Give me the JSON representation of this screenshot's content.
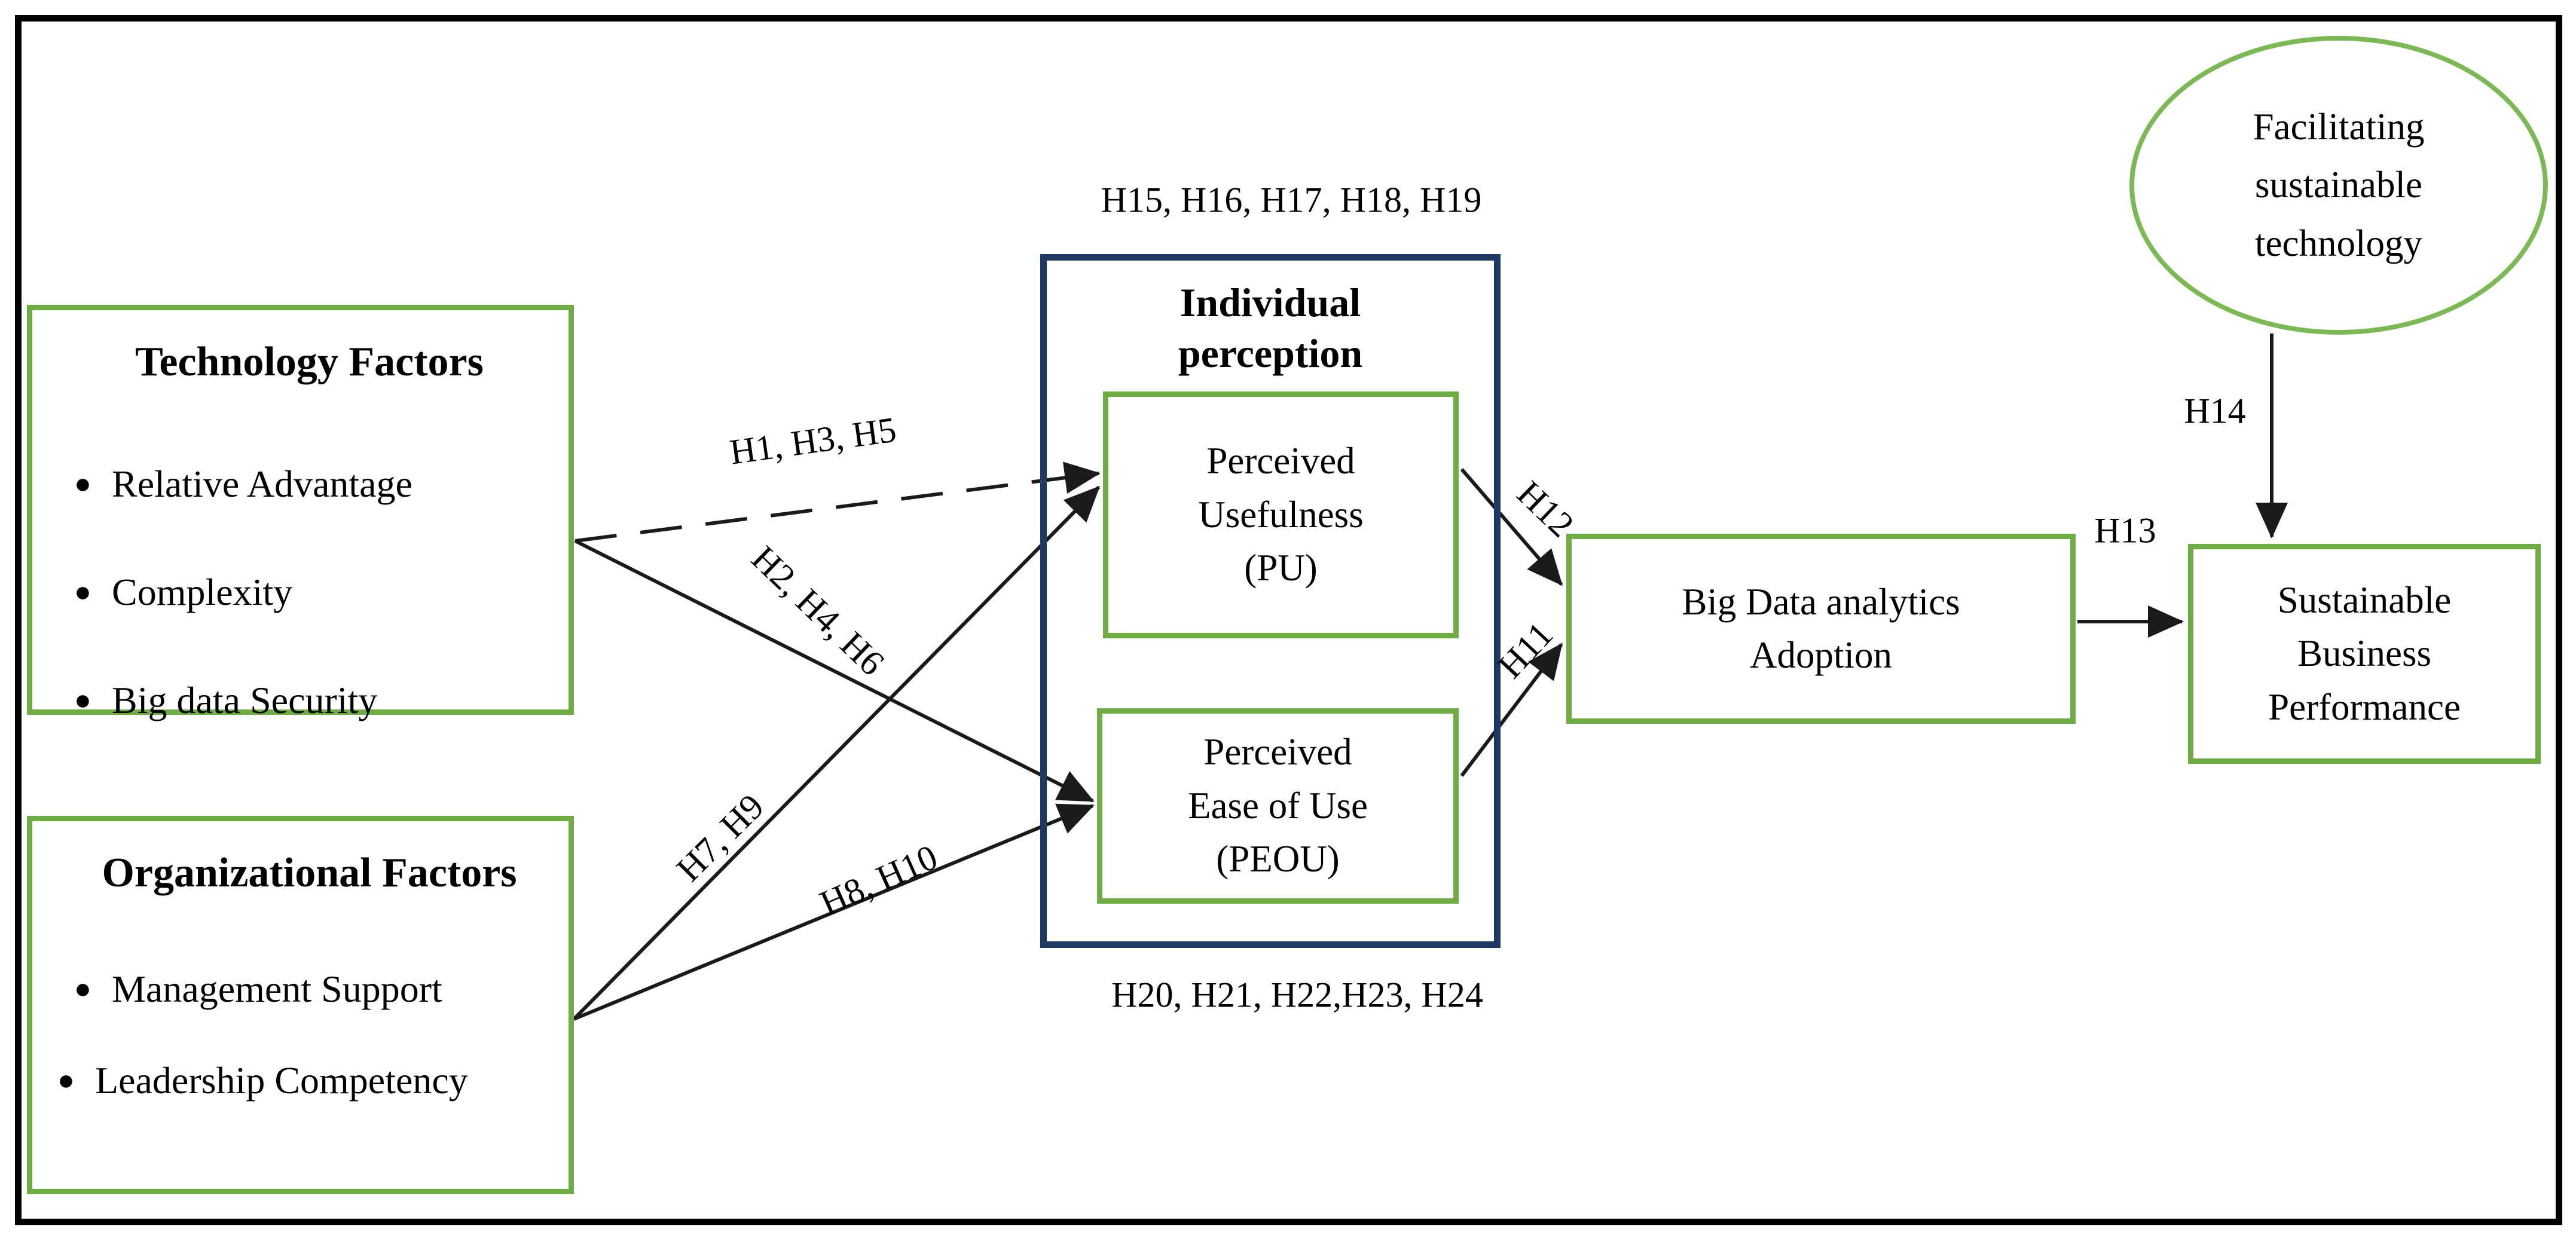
{
  "colors": {
    "box_green": "#6FAC46",
    "ellipse_green": "#7DB857",
    "navy": "#1F3864",
    "line_black": "#1a1a1a"
  },
  "ui": {
    "bullet": "●"
  },
  "technology_factors": {
    "title": "Technology Factors",
    "items": [
      "Relative Advantage",
      "Complexity",
      "Big data Security"
    ]
  },
  "organizational_factors": {
    "title": "Organizational Factors",
    "items": [
      "Management Support",
      "Leadership Competency"
    ]
  },
  "individual_perception": {
    "title": "Individual\nperception",
    "hypotheses_above": "H15, H16, H17, H18, H19",
    "hypotheses_below": "H20, H21, H22,H23, H24",
    "perceived_usefulness": "Perceived\nUsefulness\n(PU)",
    "perceived_ease_of_use": "Perceived\nEase of Use\n(PEOU)"
  },
  "big_data_adoption": {
    "label": "Big Data analytics\nAdoption"
  },
  "sustainable_business_performance": {
    "label": "Sustainable\nBusiness\nPerformance"
  },
  "facilitating_sustainable_technology": {
    "label": "Facilitating\nsustainable\ntechnology"
  },
  "arrow_labels": {
    "tech_to_pu": "H1, H3, H5",
    "tech_to_peou": "H2, H4, H6",
    "org_to_pu": "H7, H9",
    "org_to_peou": "H8, H10",
    "peou_to_adoption": "H11",
    "pu_to_adoption": "H12",
    "adoption_to_performance": "H13",
    "facilitating_to_performance": "H14"
  }
}
